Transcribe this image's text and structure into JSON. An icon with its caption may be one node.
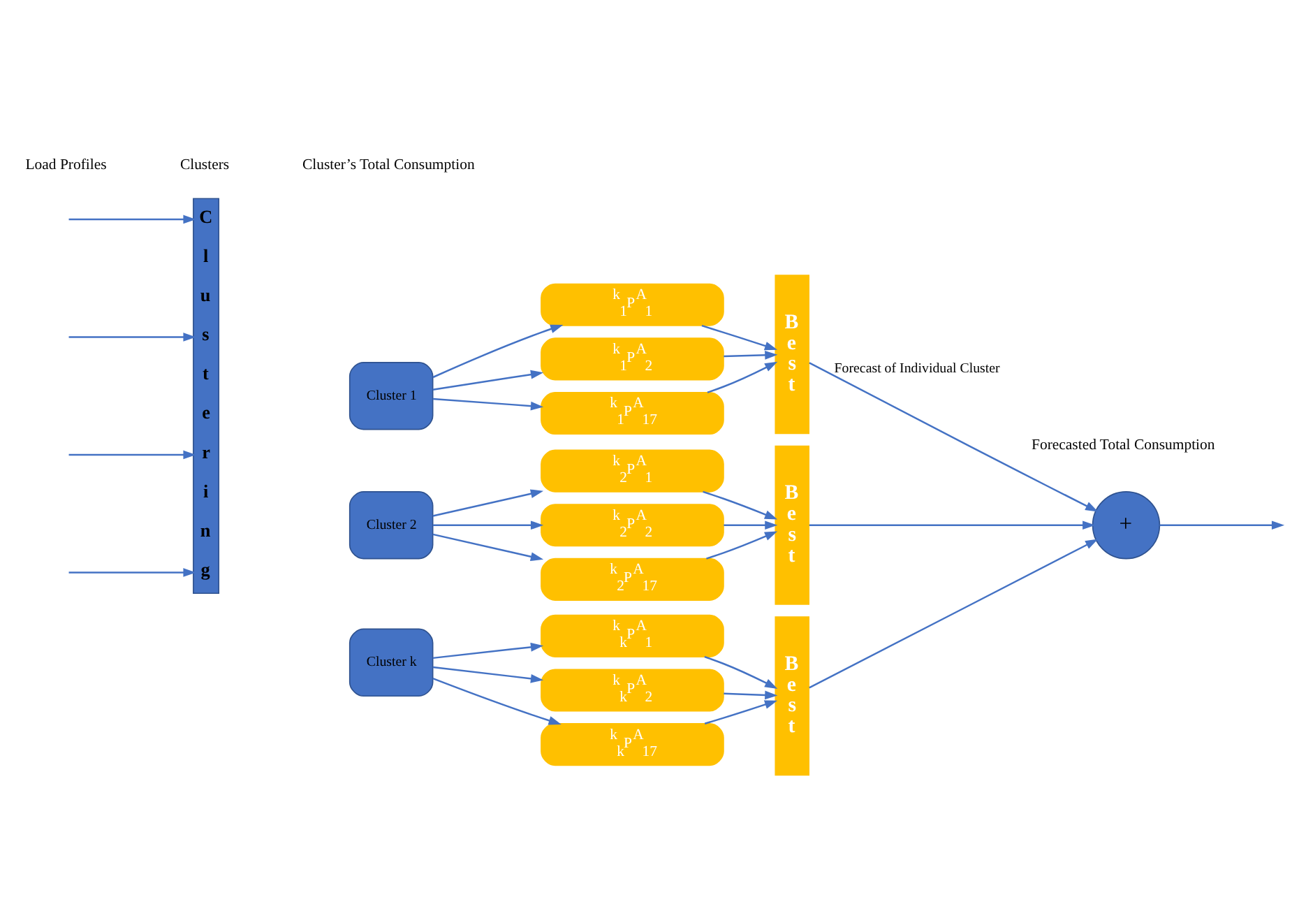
{
  "diagram": {
    "nodes": [
      {
        "text": [
          "Clustering"
        ]
      },
      {
        "text": [
          "Cluster 1"
        ]
      },
      {
        "text": [
          "$^{k}$$_{1}$P$^{A}$$_{1}$"
        ]
      },
      {
        "text": [
          "$^{k}$$_{1}$P$^{A}$$_{2}$"
        ]
      },
      {
        "text": [
          "$^{k}$$_{1}$P$^{A}$$_{17}$"
        ]
      },
      {
        "text": [
          "Best"
        ]
      },
      {
        "text": [
          "Cluster 2"
        ]
      },
      {
        "text": [
          "$^{k}$$_{2}$P$^{A}$$_{1}$"
        ]
      },
      {
        "text": [
          "$^{k}$$_{2}$P$^{A}$$_{2}$"
        ]
      },
      {
        "text": [
          "$^{k}$$_{2}$P$^{A}$$_{17}$"
        ]
      },
      {
        "text": [
          "Best"
        ]
      },
      {
        "text": [
          "Cluster k"
        ]
      },
      {
        "text": [
          "$^{k}$$_{k}$P$^{A}$$_{1}$"
        ]
      },
      {
        "text": [
          "$^{k}$$_{k}$P$^{A}$$_{2}$"
        ]
      },
      {
        "text": [
          "$^{k}$$_{k}$P$^{A}$$_{17}$"
        ]
      },
      {
        "text": [
          "Best"
        ]
      },
      {
        "text": [
          "+"
        ],
        "beside": [
          "Forecasted Total Consumption"
        ]
      }
    ],
    "edges": [
      {
        "from": null,
        "to": 0,
        "arrow": "to"
      },
      {
        "from": null,
        "to": 0,
        "arrow": "to"
      },
      {
        "from": null,
        "to": 0,
        "arrow": "to"
      },
      {
        "from": null,
        "to": 0,
        "arrow": "to"
      },
      {
        "from": 1,
        "to": 2,
        "arrow": "to"
      },
      {
        "from": 1,
        "to": 3,
        "arrow": "to"
      },
      {
        "from": 1,
        "to": 4,
        "arrow": "to"
      },
      {
        "from": 2,
        "to": 5,
        "arrow": "to"
      },
      {
        "from": 3,
        "to": 5,
        "arrow": "to"
      },
      {
        "from": 4,
        "to": 5,
        "arrow": "to"
      },
      {
        "from": 6,
        "to": 7,
        "arrow": "to"
      },
      {
        "from": 6,
        "to": 8,
        "arrow": "to"
      },
      {
        "from": 6,
        "to": 9,
        "arrow": "to"
      },
      {
        "from": 7,
        "to": 10,
        "arrow": "to"
      },
      {
        "from": 8,
        "to": 10,
        "arrow": "to"
      },
      {
        "from": 9,
        "to": 10,
        "arrow": "to"
      },
      {
        "from": 11,
        "to": 12,
        "arrow": "to"
      },
      {
        "from": 11,
        "to": 13,
        "arrow": "to"
      },
      {
        "from": 11,
        "to": 14,
        "arrow": "to"
      },
      {
        "from": 12,
        "to": 15,
        "arrow": "to"
      },
      {
        "from": 13,
        "to": 15,
        "arrow": "to"
      },
      {
        "from": 14,
        "to": 15,
        "arrow": "to"
      },
      {
        "from": 5,
        "to": 16,
        "arrow": "to",
        "label": "Forecast of Individual Cluster"
      },
      {
        "from": 10,
        "to": 16,
        "arrow": "to"
      },
      {
        "from": 15,
        "to": 16,
        "arrow": "to"
      },
      {
        "from": 16,
        "to": null,
        "arrow": "to"
      }
    ],
    "labels": [
      "Load Profiles",
      "Clusters",
      "Cluster’s Total Consumption"
    ]
  }
}
